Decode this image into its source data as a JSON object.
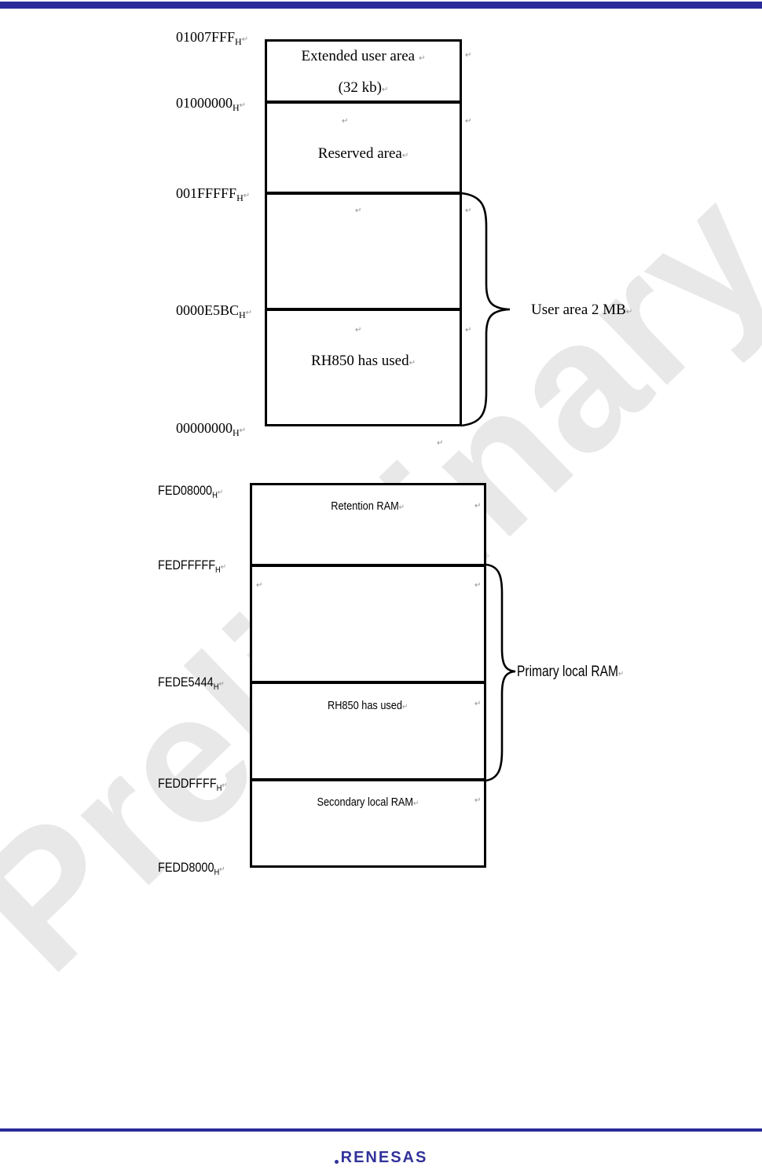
{
  "watermark": {
    "text": "Preliminary"
  },
  "glyphs": {
    "return_mark": "↵"
  },
  "diagram1": {
    "addresses": [
      {
        "value": "01007FFF",
        "sub": "H"
      },
      {
        "value": "01000000",
        "sub": "H"
      },
      {
        "value": "001FFFFF",
        "sub": "H"
      },
      {
        "value": "0000E5BC",
        "sub": "H"
      },
      {
        "value": "00000000",
        "sub": "H"
      }
    ],
    "segment_labels": {
      "extended_line1": "Extended user area",
      "extended_line2": "(32 kb)",
      "reserved": "Reserved area",
      "rh850": "RH850 has used"
    },
    "brace_label": "User area 2 MB"
  },
  "diagram2": {
    "addresses": [
      {
        "value": "FED08000",
        "sub": "H"
      },
      {
        "value": "FEDFFFFF",
        "sub": "H"
      },
      {
        "value": "FEDE5444",
        "sub": "H"
      },
      {
        "value": "FEDDFFFF",
        "sub": "H"
      },
      {
        "value": "FEDD8000",
        "sub": "H"
      }
    ],
    "segment_labels": {
      "retention": "Retention RAM",
      "rh850": "RH850 has used",
      "secondary": "Secondary local RAM"
    },
    "brace_label": "Primary local RAM"
  },
  "footer": {
    "logo_text": "RENESAS"
  },
  "colors": {
    "bar": "#2b2b9b",
    "logo": "#32329a",
    "watermark": "#e8e8e8"
  }
}
